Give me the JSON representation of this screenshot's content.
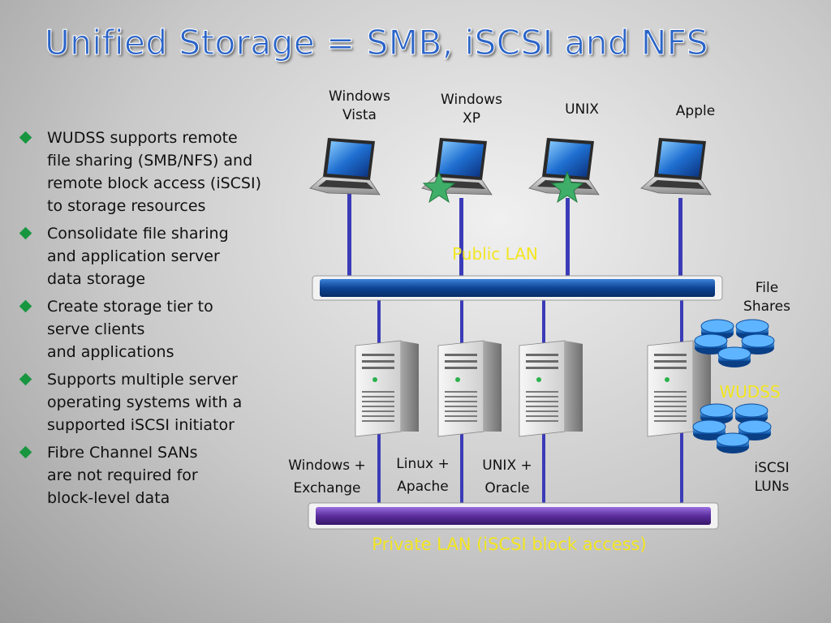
{
  "title": "Unified Storage = SMB, iSCSI and NFS",
  "bullets": [
    {
      "lines": [
        "WUDSS supports remote",
        "file sharing (SMB/NFS) and",
        "remote block access (iSCSI)",
        "to storage resources"
      ]
    },
    {
      "lines": [
        "Consolidate file sharing",
        "and application server",
        "data storage"
      ]
    },
    {
      "lines": [
        "Create storage tier to",
        "serve clients",
        "and applications"
      ]
    },
    {
      "lines": [
        "Supports multiple server",
        "operating systems with a",
        "supported iSCSI initiator"
      ]
    },
    {
      "lines": [
        "Fibre Channel SANs",
        "are not required for",
        "block-level data"
      ]
    }
  ],
  "clients": [
    {
      "line1": "Windows",
      "line2": "Vista"
    },
    {
      "line1": "Windows",
      "line2": "XP"
    },
    {
      "line1": "UNIX",
      "line2": ""
    },
    {
      "line1": "Apple",
      "line2": ""
    }
  ],
  "public_lan": "Public LAN",
  "private_lan": "Private LAN (iSCSI block access)",
  "servers": [
    {
      "line1": "Windows +",
      "line2": "Exchange"
    },
    {
      "line1": "Linux +",
      "line2": "Apache"
    },
    {
      "line1": "UNIX +",
      "line2": "Oracle"
    }
  ],
  "storage": {
    "file_shares": {
      "line1": "File",
      "line2": "Shares"
    },
    "wudss": "WUDSS",
    "iscsi_luns": {
      "line1": "iSCSI",
      "line2": "LUNs"
    }
  },
  "colors": {
    "title": "#2b64c8",
    "bullet": "#17963f",
    "public_bus": "#0f4c9a",
    "private_bus": "#5b2d9c",
    "uplink": "#3b3bb8",
    "highlight_text": "#f3e620",
    "disk": "#1d7fd6"
  },
  "icons": {
    "clients": "laptop-icon",
    "servers": "tower-server-icon",
    "storage": "disk-stack-icon",
    "badge": "green-star-icon"
  }
}
